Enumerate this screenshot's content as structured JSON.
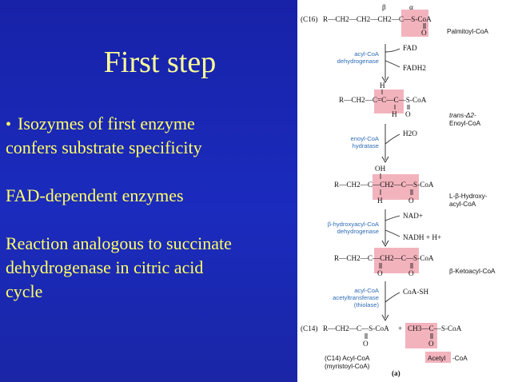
{
  "slide": {
    "title": "First step",
    "bullet": "Isozymes of first enzyme",
    "lines": [
      "confers substrate specificity",
      "",
      "FAD-dependent enzymes",
      "",
      "Reaction analogous to succinate",
      "dehydrogenase in citric acid",
      "cycle"
    ]
  },
  "pathway": {
    "greek_beta": "β",
    "greek_alpha": "α",
    "c16": "(C16)",
    "step1": {
      "formula": "R—CH2—CH2—CH2—C—S-CoA",
      "oxygen": "O",
      "name": "Palmitoyl-CoA",
      "enzyme": [
        "acyl-CoA",
        "dehydrogenase"
      ],
      "cofactor_in": "FAD",
      "cofactor_out": "FADH2"
    },
    "step2": {
      "h_top": "H",
      "formula": "R—CH2—C=C—C—S-CoA",
      "h_bottom": "H",
      "oxygen": "O",
      "name": [
        "trans-Δ2-",
        "Enoyl-CoA"
      ],
      "enzyme": [
        "enoyl-CoA",
        "hydratase"
      ],
      "cofactor_in": "H2O"
    },
    "step3": {
      "oh": "OH",
      "formula": "R—CH2—C—CH2—C—S-CoA",
      "h_bottom": "H",
      "oxygen": "O",
      "name": [
        "L-β-Hydroxy-",
        "acyl-CoA"
      ],
      "enzyme": [
        "β-hydroxyacyl-CoA",
        "dehydrogenase"
      ],
      "cofactor_in": "NAD+",
      "cofactor_out": "NADH + H+"
    },
    "step4": {
      "formula": "R—CH2—C—CH2—C—S-CoA",
      "oxygen_1": "O",
      "oxygen_2": "O",
      "name": "β-Ketoacyl-CoA",
      "enzyme": [
        "acyl-CoA",
        "acetyltransferase",
        "(thiolase)"
      ],
      "cofactor_in": "CoA-SH"
    },
    "products": {
      "c14": "(C14)",
      "left_formula": "R—CH2—C—S-CoA",
      "plus": "+",
      "right_formula": "CH3—C—S-CoA",
      "oxygen_1": "O",
      "oxygen_2": "O",
      "left_name_1": "(C14) Acyl-CoA",
      "left_name_2": "(myristoyl-CoA)",
      "right_name_hl": "Acetyl",
      "right_name": "-CoA",
      "panel_label": "(a)"
    }
  }
}
